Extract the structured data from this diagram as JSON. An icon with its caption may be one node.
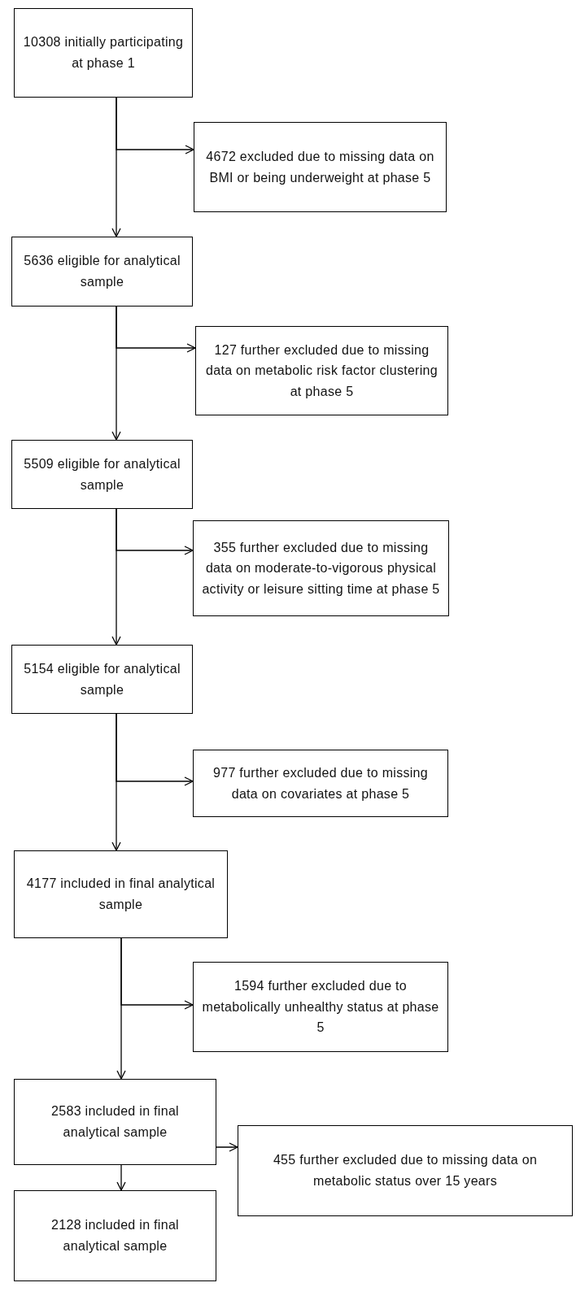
{
  "diagram": {
    "nodes": [
      {
        "text": [
          "10308 initially participating at phase 1"
        ]
      },
      {
        "text": [
          "4672 excluded due to missing data on BMI or being underweight at phase 5"
        ]
      },
      {
        "text": [
          "5636 eligible for analytical sample"
        ]
      },
      {
        "text": [
          "127 further excluded due to missing data on metabolic risk factor clustering at phase 5"
        ]
      },
      {
        "text": [
          "5509 eligible for analytical sample"
        ]
      },
      {
        "text": [
          "355 further excluded due to missing data on moderate-to-vigorous physical activity or leisure sitting time at phase 5"
        ]
      },
      {
        "text": [
          "5154 eligible for analytical sample"
        ]
      },
      {
        "text": [
          "977 further excluded due to missing data on covariates at phase 5"
        ]
      },
      {
        "text": [
          "4177 included in final analytical sample"
        ]
      },
      {
        "text": [
          "1594 further excluded due to metabolically unhealthy status at phase 5"
        ]
      },
      {
        "text": [
          "2583 included in final analytical sample"
        ]
      },
      {
        "text": [
          "455 further excluded due to missing data on metabolic status over 15 years"
        ]
      },
      {
        "text": [
          "2128 included in final analytical sample"
        ]
      }
    ],
    "edges": [
      {
        "from": 0,
        "to": 2,
        "arrow": "to"
      },
      {
        "from": 0,
        "to": 1,
        "arrow": "to"
      },
      {
        "from": 2,
        "to": 4,
        "arrow": "to"
      },
      {
        "from": 2,
        "to": 3,
        "arrow": "to"
      },
      {
        "from": 4,
        "to": 6,
        "arrow": "to"
      },
      {
        "from": 4,
        "to": 5,
        "arrow": "to"
      },
      {
        "from": 6,
        "to": 8,
        "arrow": "to"
      },
      {
        "from": 6,
        "to": 7,
        "arrow": "to"
      },
      {
        "from": 8,
        "to": 10,
        "arrow": "to"
      },
      {
        "from": 8,
        "to": 9,
        "arrow": "to"
      },
      {
        "from": 10,
        "to": 12,
        "arrow": "to"
      },
      {
        "from": 10,
        "to": 11,
        "arrow": "to"
      }
    ]
  }
}
